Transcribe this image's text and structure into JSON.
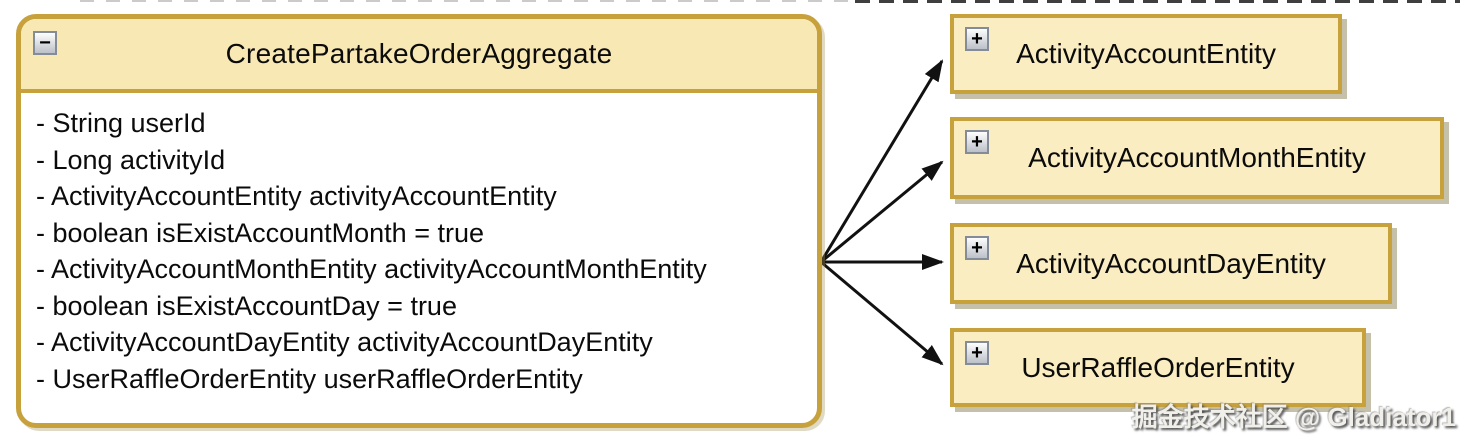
{
  "diagram": {
    "aggregate": {
      "collapse_glyph": "−",
      "title": "CreatePartakeOrderAggregate",
      "fields": [
        "- String userId",
        "- Long activityId",
        "- ActivityAccountEntity activityAccountEntity",
        "- boolean isExistAccountMonth = true",
        "- ActivityAccountMonthEntity activityAccountMonthEntity",
        "- boolean isExistAccountDay = true",
        "- ActivityAccountDayEntity activityAccountDayEntity",
        "- UserRaffleOrderEntity userRaffleOrderEntity"
      ]
    },
    "entities": [
      {
        "label": "ActivityAccountEntity",
        "expand_glyph": "+"
      },
      {
        "label": "ActivityAccountMonthEntity",
        "expand_glyph": "+"
      },
      {
        "label": "ActivityAccountDayEntity",
        "expand_glyph": "+"
      },
      {
        "label": "UserRaffleOrderEntity",
        "expand_glyph": "+"
      }
    ],
    "relations": [
      {
        "from": "CreatePartakeOrderAggregate",
        "to": "ActivityAccountEntity"
      },
      {
        "from": "CreatePartakeOrderAggregate",
        "to": "ActivityAccountMonthEntity"
      },
      {
        "from": "CreatePartakeOrderAggregate",
        "to": "ActivityAccountDayEntity"
      },
      {
        "from": "CreatePartakeOrderAggregate",
        "to": "UserRaffleOrderEntity"
      }
    ]
  },
  "watermark": "掘金技术社区 @ Gladiator1",
  "colors": {
    "border_gold": "#c7a13c",
    "header_fill": "#f8e8b4",
    "entity_fill": "#faedc1",
    "body_fill": "#ffffff",
    "arrow": "#111111",
    "button_border": "#858c99",
    "watermark_text": "#f1efe9"
  }
}
